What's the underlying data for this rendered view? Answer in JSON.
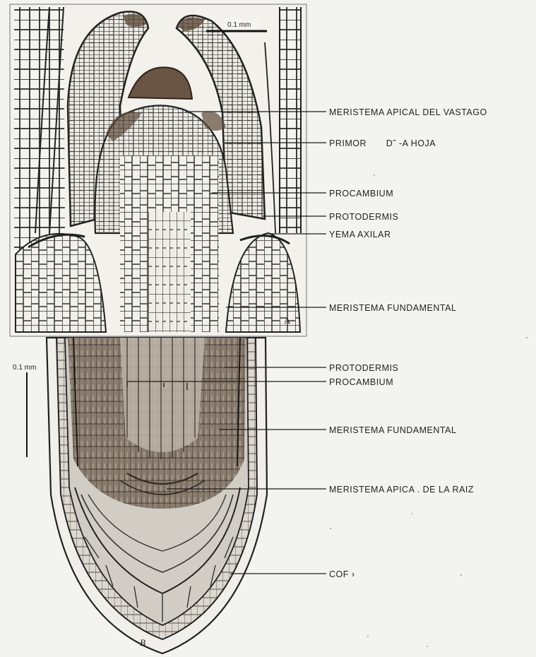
{
  "figure": {
    "shoot": {
      "scale_label": "0.1 mm",
      "panel_letter": "A",
      "labels": [
        "MERISTEMA APICAL DEL VASTAGO",
        "PRIMOR       D˜ -A HOJA",
        "PROCAMBIUM",
        "PROTODERMIS",
        "YEMA AXILAR",
        "MERISTEMA FUNDAMENTAL"
      ]
    },
    "root": {
      "scale_label": "0.1 mm",
      "panel_letter": "B",
      "labels": [
        "PROTODERMIS",
        "PROCAMBIUM",
        "MERISTEMA FUNDAMENTAL",
        "MERISTEMA APICA . DE LA RAIZ",
        "COF ›"
      ]
    }
  },
  "colors": {
    "paper": "#f3f4ef",
    "ink": "#2b2b2b",
    "dense_tissue": "#5c4a3a",
    "cell_wall": "#3a3a34"
  }
}
